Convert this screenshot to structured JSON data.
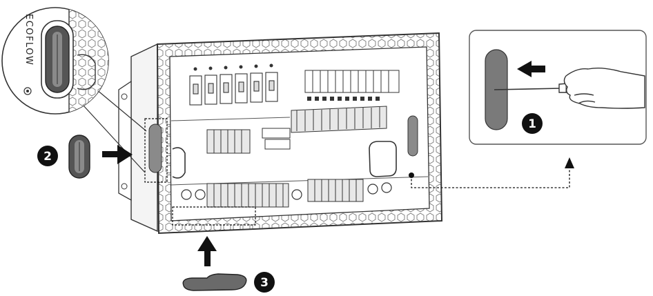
{
  "brand_text": "ECOFLOW",
  "steps": [
    {
      "label": "1"
    },
    {
      "label": "2"
    },
    {
      "label": "3"
    }
  ],
  "colors": {
    "line": "#333333",
    "grommet_fill": "#8a8a8a",
    "grommet_dark": "#555555",
    "panel_bg": "#ffffff",
    "badge": "#111111",
    "arrow": "#111111"
  },
  "icons": [
    "screwdriver-icon",
    "hand-icon",
    "arrow-left-icon",
    "arrow-right-icon",
    "arrow-up-icon"
  ]
}
